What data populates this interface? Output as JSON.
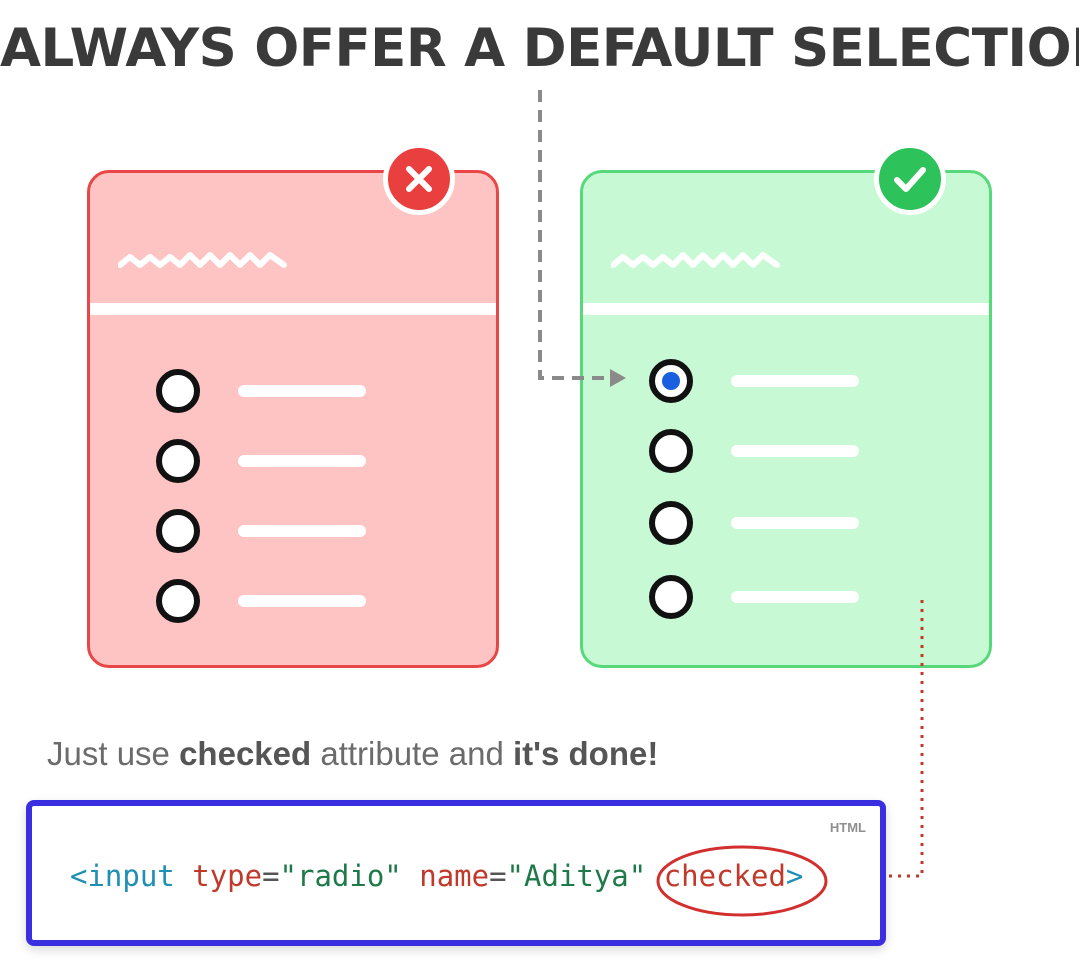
{
  "headline": "ALWAYS OFFER A DEFAULT SELECTION",
  "caption": {
    "part1": "Just use ",
    "bold1": "checked",
    "part2": " attribute and ",
    "bold2": "it's done!"
  },
  "code": {
    "language": "HTML",
    "tag_open": "<input",
    "attr_type": "type",
    "eq": "=",
    "val_type": "\"radio\"",
    "attr_name": "name",
    "val_name": "\"Aditya\"",
    "attr_checked": "checked",
    "tag_close": ">"
  },
  "colors": {
    "bad_card_bg": "#fdc4c3",
    "bad_card_border": "#e94747",
    "good_card_bg": "#c7fad4",
    "good_card_border": "#57d97b",
    "selected_dot": "#1a5fe0",
    "code_border": "#3a2fe0",
    "highlight_ring": "#d22f2f"
  },
  "icons": {
    "bad_badge": "close-icon",
    "good_badge": "check-icon"
  },
  "cards": {
    "bad": {
      "options": 4,
      "selected_index": null
    },
    "good": {
      "options": 4,
      "selected_index": 0
    }
  }
}
